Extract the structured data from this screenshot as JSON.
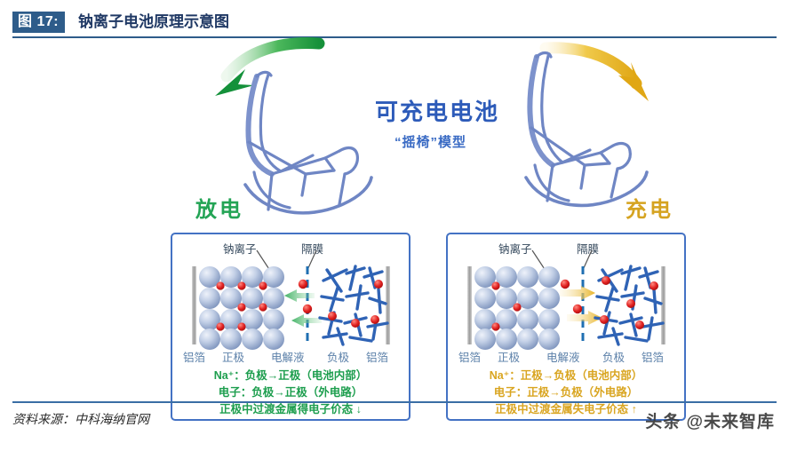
{
  "header": {
    "figure_tag": "图 17:",
    "title": "钠离子电池原理示意图"
  },
  "footer": {
    "source": "资料来源：中科海纳官网",
    "watermark": "头条 @未来智库"
  },
  "illustration": {
    "main_title": "可充电电池",
    "sub_title": "“摇椅”模型",
    "left_mode": "放电",
    "right_mode": "充电",
    "arrow_left_color": "#2aa33f",
    "arrow_right_color": "#e8b022",
    "chair_color": "#6f86c4"
  },
  "panels": [
    {
      "id": "discharge",
      "accent": "#1d9e4e",
      "callouts": {
        "sodium_ion": "钠离子",
        "separator": "隔膜"
      },
      "electrode_labels": [
        "铝箔",
        "正极",
        "电解液",
        "负极",
        "铝箔"
      ],
      "equations": [
        "Na⁺：负极→正极（电池内部）",
        "电子：负极→正极（外电路）",
        "正极中过渡金属得电子价态 ↓"
      ],
      "ion_direction": "left"
    },
    {
      "id": "charge",
      "accent": "#d9a520",
      "callouts": {
        "sodium_ion": "钠离子",
        "separator": "隔膜"
      },
      "electrode_labels": [
        "铝箔",
        "正极",
        "电解液",
        "负极",
        "铝箔"
      ],
      "equations": [
        "Na⁺：正极→负极（电池内部）",
        "电子：正极→负极（外电路）",
        "正极中过渡金属失电子价态 ↑"
      ],
      "ion_direction": "right"
    }
  ]
}
